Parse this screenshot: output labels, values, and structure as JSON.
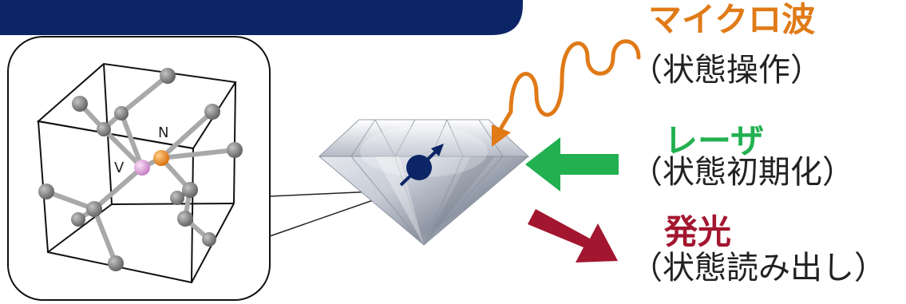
{
  "labels": {
    "microwave": {
      "title": "マイクロ波",
      "desc": "（状態操作）"
    },
    "laser": {
      "title": "レーザ",
      "desc": "（状態初期化）"
    },
    "emission": {
      "title": "発光",
      "desc": "（状態読み出し）"
    }
  },
  "inset": {
    "atom_labels": {
      "nitrogen": "N",
      "vacancy": "V"
    }
  },
  "colors": {
    "header_band": "#0b2566",
    "microwave": "#e07a17",
    "laser": "#22b050",
    "emission": "#a3162f",
    "spin": "#0b2566",
    "nitrogen_atom": "#f08a18",
    "vacancy_atom": "#e39be0",
    "carbon_atom": "#7b7b7b"
  },
  "icons": {
    "diamond": "diamond-icon",
    "spin": "spin-arrow-icon"
  }
}
